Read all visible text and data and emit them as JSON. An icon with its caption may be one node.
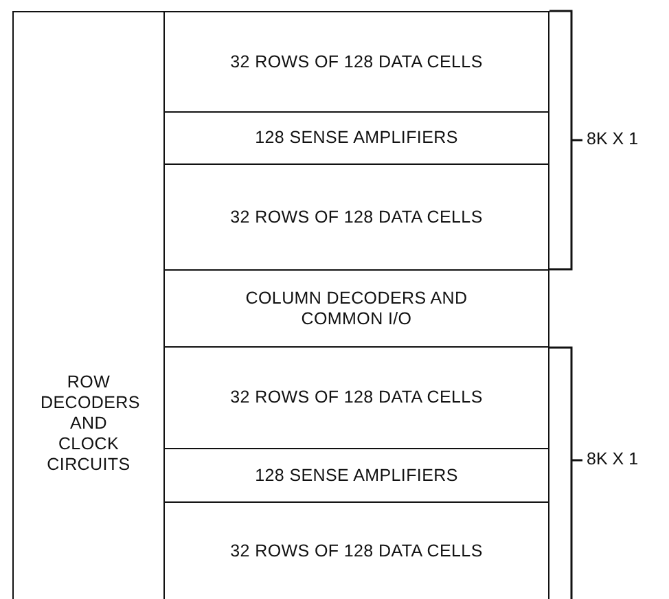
{
  "diagram": {
    "nodes": [
      {
        "text": [
          "ROW DECODERS AND CLOCK CIRCUITS"
        ]
      },
      {
        "text": [
          "32 ROWS OF 128 DATA CELLS"
        ]
      },
      {
        "text": [
          "128 SENSE AMPLIFIERS"
        ]
      },
      {
        "text": [
          "32 ROWS OF 128 DATA CELLS"
        ]
      },
      {
        "text": [
          "COLUMN DECODERS AND COMMON I/O"
        ]
      },
      {
        "text": [
          "32 ROWS OF 128 DATA CELLS"
        ]
      },
      {
        "text": [
          "128 SENSE AMPLIFIERS"
        ]
      },
      {
        "text": [
          "32 ROWS OF 128 DATA CELLS"
        ]
      }
    ],
    "labels": [
      "8K X 1",
      "8K X 1"
    ]
  }
}
